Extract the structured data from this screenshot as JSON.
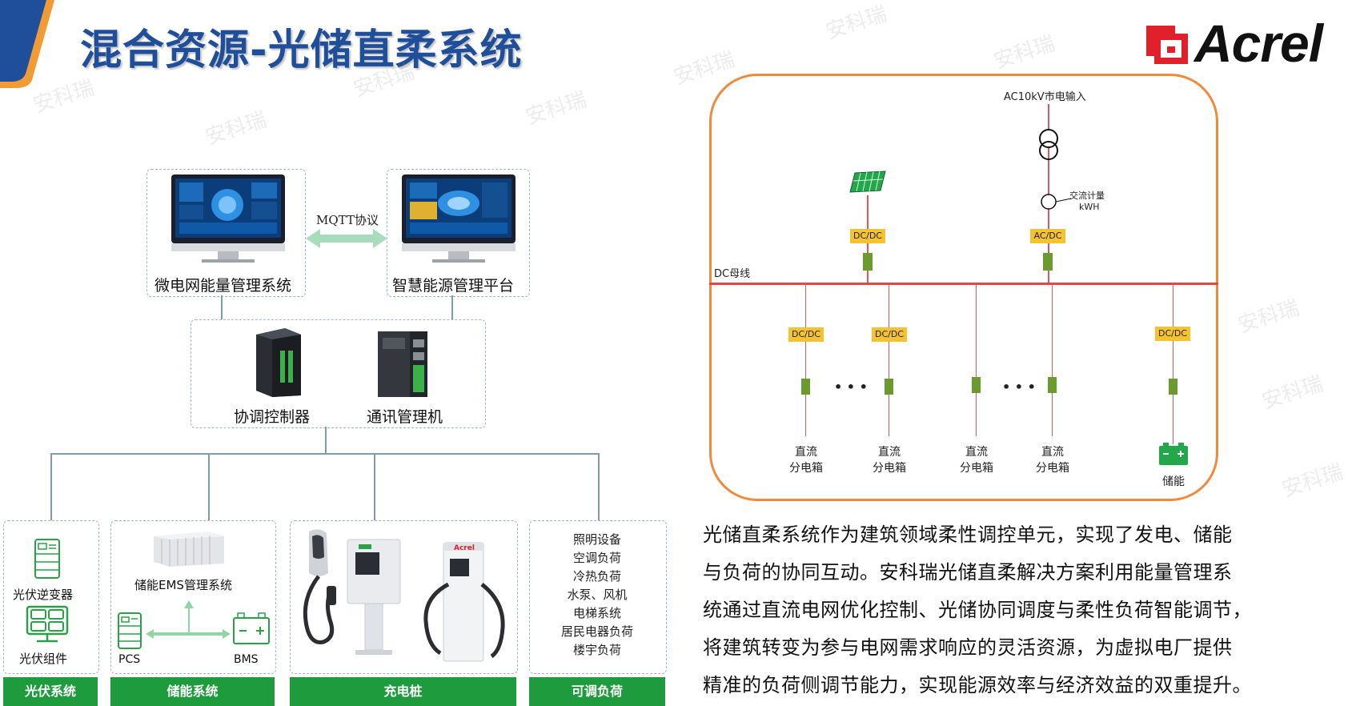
{
  "title": "混合资源-光储直柔系统",
  "brand": {
    "name": "Acrel",
    "accent": "#e0202a"
  },
  "watermark": "安科瑞",
  "left_diagram": {
    "protocol": "MQTT协议",
    "system_left": "微电网能量管理系统",
    "system_right": "智慧能源管理平台",
    "controller": "协调控制器",
    "comm": "通讯管理机",
    "pv_inverter": "光伏逆变器",
    "pv_module": "光伏组件",
    "ems": "储能EMS管理系统",
    "pcs": "PCS",
    "bms": "BMS",
    "loads": [
      "照明设备",
      "空调负荷",
      "冷热负荷",
      "水泵、风机",
      "电梯系统",
      "居民电器负荷",
      "楼宇负荷"
    ],
    "bars": [
      "光伏系统",
      "储能系统",
      "充电桩",
      "可调负荷"
    ],
    "bar_color": "#1e9b3c",
    "pile_brand": "Acrel"
  },
  "right_diagram": {
    "ac_input": "AC10kV市电输入",
    "metering": "交流计量",
    "metering_unit": "kWH",
    "bus": "DC母线",
    "dcdc": "DC/DC",
    "acdc": "AC/DC",
    "ellipsis": "• • •",
    "box_labels": [
      "直流",
      "分电箱"
    ],
    "storage": "储能",
    "frame_color": "#f08a3c",
    "bus_color": "#e04848",
    "tag_color": "#f5c230"
  },
  "paragraph": [
    "光储直柔系统作为建筑领域柔性调控单元，实现了发电、储能",
    "与负荷的协同互动。安科瑞光储直柔解决方案利用能量管理系",
    "统通过直流电网优化控制、光储协同调度与柔性负荷智能调节，",
    "将建筑转变为参与电网需求响应的灵活资源，为虚拟电厂提供",
    "精准的负荷侧调节能力，实现能源效率与经济效益的双重提升。"
  ]
}
